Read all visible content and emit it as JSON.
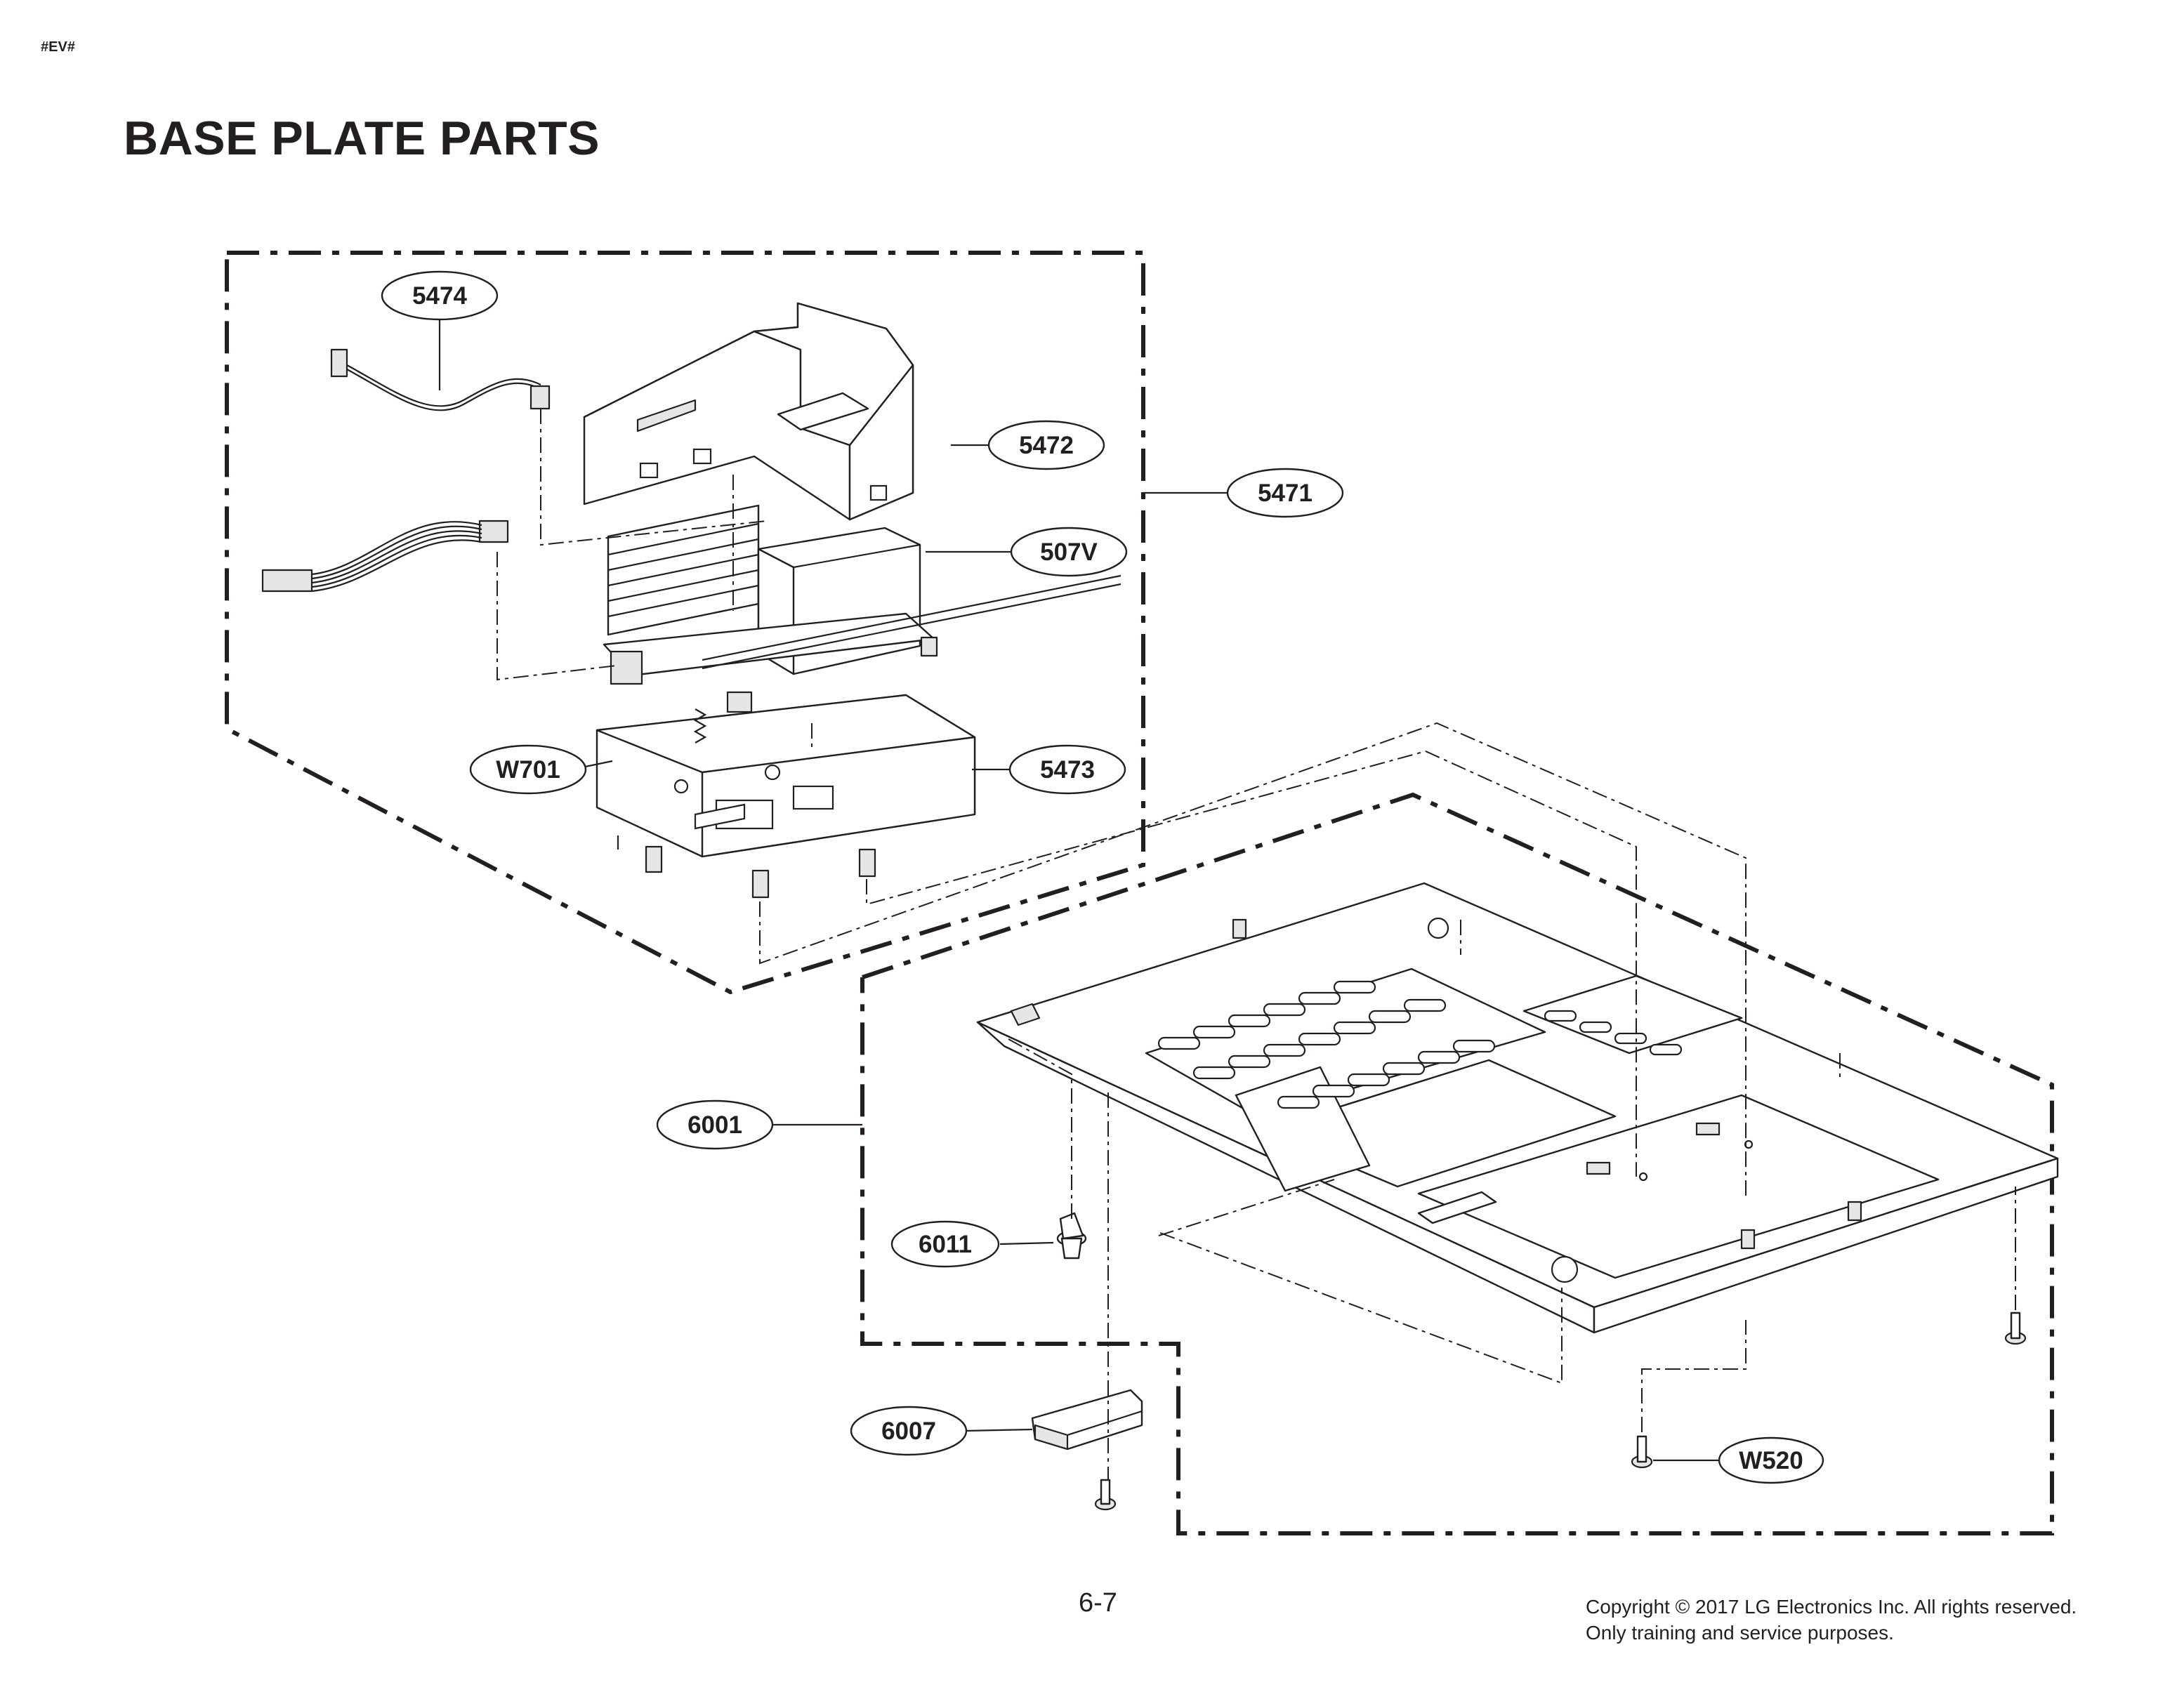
{
  "document": {
    "code": "#EV#",
    "title": "BASE PLATE PARTS",
    "page_number": "6-7",
    "copyright_lines": [
      "Copyright © 2017 LG Electronics Inc. All rights reserved.",
      "Only training and service purposes."
    ]
  },
  "callouts": [
    {
      "id": "5474",
      "label": "5474"
    },
    {
      "id": "5472",
      "label": "5472"
    },
    {
      "id": "5471",
      "label": "5471"
    },
    {
      "id": "507V",
      "label": "507V"
    },
    {
      "id": "W701",
      "label": "W701"
    },
    {
      "id": "5473",
      "label": "5473"
    },
    {
      "id": "6001",
      "label": "6001"
    },
    {
      "id": "6011",
      "label": "6011"
    },
    {
      "id": "6007",
      "label": "6007"
    },
    {
      "id": "W520",
      "label": "W520"
    }
  ]
}
